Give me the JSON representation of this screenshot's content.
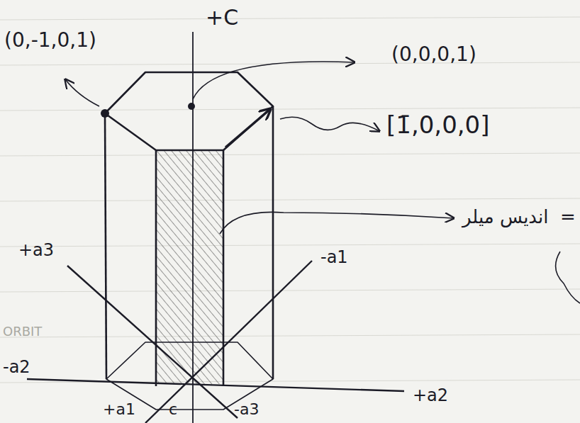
{
  "diagram": {
    "labels": [
      "+C",
      "(0,-1,0,1)",
      "(0,0,0,1)",
      "[1̄,0,0,0]",
      "اندیس میلر",
      "=",
      "+a3",
      "-a1",
      "ORBIT",
      "-a2",
      "+a2",
      "+a1",
      "c",
      "-a3"
    ]
  }
}
